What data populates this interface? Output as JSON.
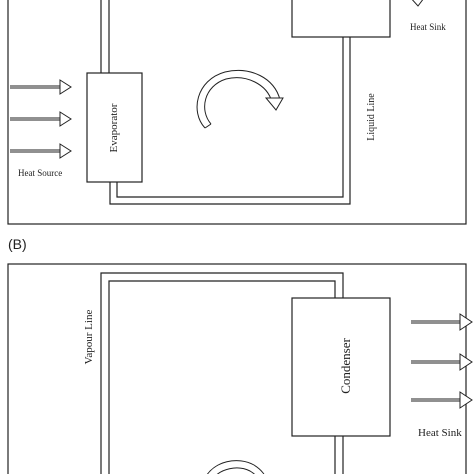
{
  "panel_b": {
    "label": "(B)"
  },
  "panel_a": {
    "heat_source": "Heat Source",
    "heat_sink": "Heat Sink",
    "evaporator": "Evaporator",
    "liquid_line": "Liquid Line"
  },
  "panel_b_labels": {
    "vapour_line": "Vapour Line",
    "condenser": "Condenser",
    "heat_sink": "Heat Sink"
  },
  "colors": {
    "line": "#222222",
    "background": "#ffffff"
  },
  "icons": [
    "right-arrow-icon",
    "circular-arrow-icon"
  ]
}
